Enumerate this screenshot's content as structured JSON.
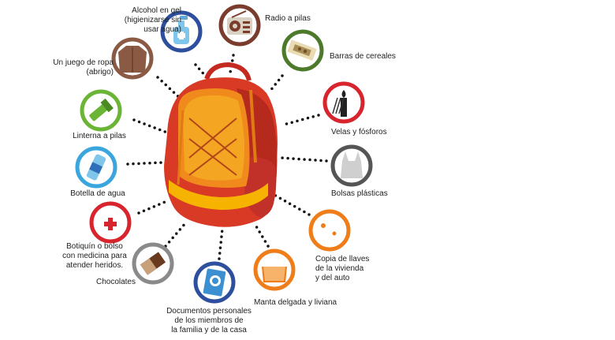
{
  "items": [
    {
      "id": "alcohol-gel",
      "label": "Alcohol en gel\n(higienizarse sin\nusar agua)",
      "icon": "hand-sanitizer-icon",
      "ring": "#2d4f9e"
    },
    {
      "id": "radio",
      "label": "Radio a pilas",
      "icon": "radio-icon",
      "ring": "#7a3c2c"
    },
    {
      "id": "cereal-bars",
      "label": "Barras de cereales",
      "icon": "cereal-bar-icon",
      "ring": "#4c7a2a"
    },
    {
      "id": "candles",
      "label": "Velas y fósforos",
      "icon": "candle-matches-icon",
      "ring": "#d8242c"
    },
    {
      "id": "bags",
      "label": "Bolsas plásticas",
      "icon": "plastic-bag-icon",
      "ring": "#555555"
    },
    {
      "id": "keys",
      "label": "Copia de llaves\nde la vivienda\ny del auto",
      "icon": "keys-icon",
      "ring": "#ee7d1a"
    },
    {
      "id": "blanket",
      "label": "Manta delgada y liviana",
      "icon": "blanket-icon",
      "ring": "#ee7d1a"
    },
    {
      "id": "documents",
      "label": "Documentos personales\nde los miembros de\nla familia y de la casa",
      "icon": "passport-icon",
      "ring": "#2d4f9e"
    },
    {
      "id": "chocolates",
      "label": "Chocolates",
      "icon": "chocolate-icon",
      "ring": "#8a8a8a"
    },
    {
      "id": "first-aid",
      "label": "Botiquín o bolso\ncon medicina para\natender heridos.",
      "icon": "first-aid-kit-icon",
      "ring": "#d8242c"
    },
    {
      "id": "water",
      "label": "Botella de agua",
      "icon": "water-bottle-icon",
      "ring": "#3aa6dd"
    },
    {
      "id": "flashlight",
      "label": "Linterna a pilas",
      "icon": "flashlight-icon",
      "ring": "#6bb536"
    },
    {
      "id": "clothes",
      "label": "Un juego de ropa\n(abrigo)",
      "icon": "jacket-icon",
      "ring": "#8a5a44"
    }
  ],
  "center": {
    "icon": "backpack-icon"
  }
}
